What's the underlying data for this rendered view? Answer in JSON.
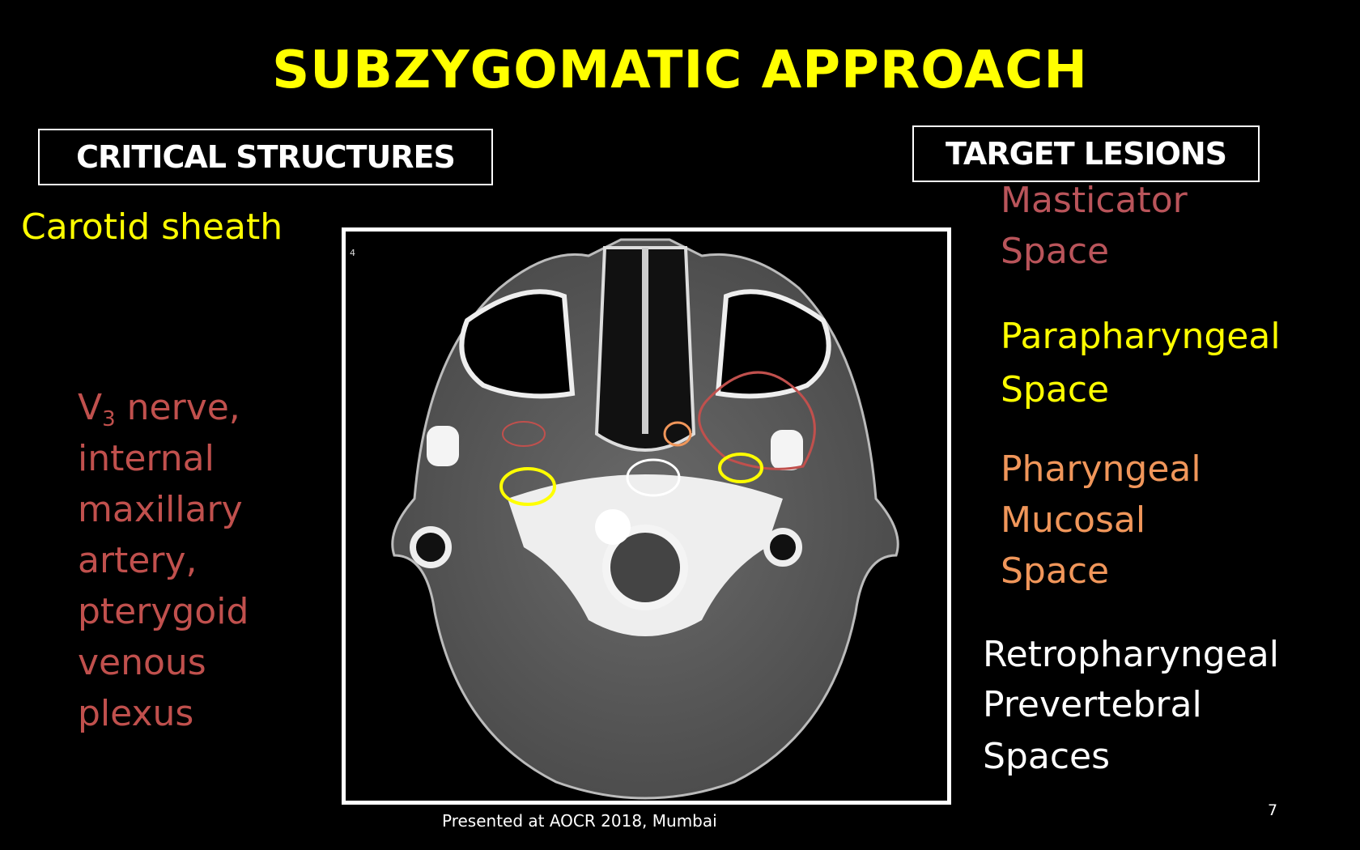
{
  "title": "SUBZYGOMATIC APPROACH",
  "critical_structures": {
    "heading": "CRITICAL STRUCTURES",
    "carotid": "Carotid sheath",
    "v3_prefix": "V",
    "v3_sub": "3",
    "v3_rest": " nerve,",
    "lines": [
      "internal",
      "maxillary",
      "artery,",
      "pterygoid",
      "venous",
      "plexus"
    ]
  },
  "target_lesions": {
    "heading": "TARGET LESIONS",
    "masticator": [
      "Masticator",
      "Space"
    ],
    "parapharyngeal": [
      "Parapharyngeal",
      "Space"
    ],
    "pharyngeal_mucosal": [
      "Pharyngeal",
      "Mucosal",
      "Space"
    ],
    "retro": [
      "Retropharyngeal",
      "Prevertebral",
      "Spaces"
    ]
  },
  "image": {
    "slice_label": "4"
  },
  "colors": {
    "title": "#ffff00",
    "masticator": "#c0504d",
    "parapharyngeal": "#ffff00",
    "pharyngeal": "#f0965a",
    "retro": "#ffffff"
  },
  "footer": "Presented at AOCR 2018, Mumbai",
  "page_number": "7"
}
